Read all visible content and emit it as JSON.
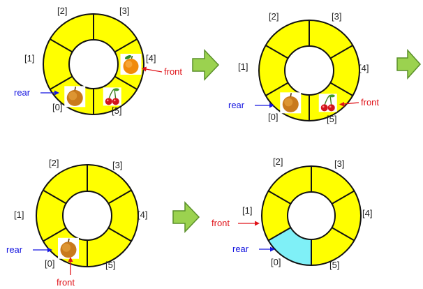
{
  "colors": {
    "ring_fill": "#ffff00",
    "ring_stroke": "#111111",
    "highlight": "#7ff0f7",
    "step_arrow_fill": "#9bd24f",
    "step_arrow_stroke": "#5a8f2a",
    "rear_color": "#1515e0",
    "front_color": "#e0141a"
  },
  "labels": {
    "rear": "rear",
    "front": "front"
  },
  "slot_labels": [
    "[0]",
    "[1]",
    "[2]",
    "[3]",
    "[4]",
    "[5]"
  ],
  "item_icons": {
    "apple": "apple-icon",
    "orange": "orange-icon",
    "cherry": "cherry-icon"
  },
  "states": [
    {
      "name": "state-1",
      "items": [
        {
          "slot": 0,
          "icon": "apple"
        },
        {
          "slot": 4,
          "icon": "orange"
        },
        {
          "slot": 5,
          "icon": "cherry"
        }
      ],
      "highlight_slot": null,
      "rear_slot": 0,
      "front_slot": 4
    },
    {
      "name": "state-2",
      "items": [
        {
          "slot": 0,
          "icon": "apple"
        },
        {
          "slot": 5,
          "icon": "cherry"
        }
      ],
      "highlight_slot": null,
      "rear_slot": 0,
      "front_slot": 5
    },
    {
      "name": "state-3",
      "items": [
        {
          "slot": 0,
          "icon": "apple"
        }
      ],
      "highlight_slot": null,
      "rear_slot": 0,
      "front_slot": 0
    },
    {
      "name": "state-4",
      "items": [],
      "highlight_slot": 0,
      "rear_slot": 0,
      "front_slot": 1
    }
  ]
}
